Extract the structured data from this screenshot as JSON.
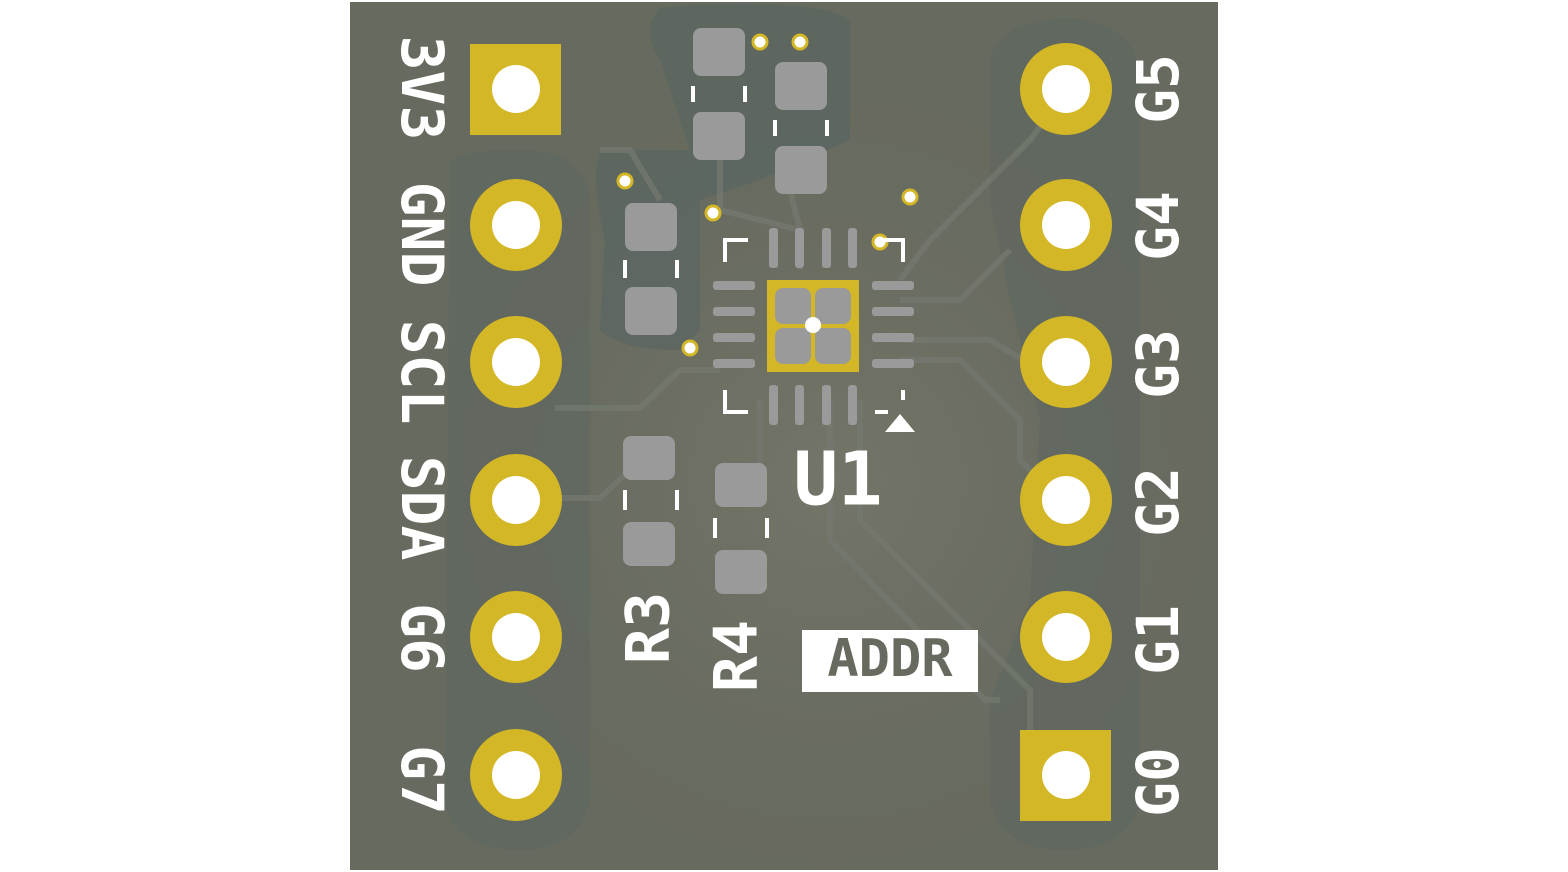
{
  "board": {
    "colors": {
      "substrate": "#676a5e",
      "copper_pour": "#5c6660",
      "trace": "#6f7670",
      "pad_gold": "#d4b726",
      "hole": "#ffffff",
      "smd_pad": "#9a9a9a",
      "silkscreen": "#ffffff"
    },
    "left_header": {
      "pins": [
        {
          "label": "3V3",
          "shape": "square"
        },
        {
          "label": "GND",
          "shape": "round"
        },
        {
          "label": "SCL",
          "shape": "round"
        },
        {
          "label": "SDA",
          "shape": "round"
        },
        {
          "label": "G6",
          "shape": "round"
        },
        {
          "label": "G7",
          "shape": "round"
        }
      ]
    },
    "right_header": {
      "pins": [
        {
          "label": "G5",
          "shape": "round"
        },
        {
          "label": "G4",
          "shape": "round"
        },
        {
          "label": "G3",
          "shape": "round"
        },
        {
          "label": "G2",
          "shape": "round"
        },
        {
          "label": "G1",
          "shape": "round"
        },
        {
          "label": "G0",
          "shape": "square"
        }
      ]
    },
    "components": {
      "u1": "U1",
      "r3": "R3",
      "r4": "R4"
    },
    "addr_label": "ADDR"
  }
}
